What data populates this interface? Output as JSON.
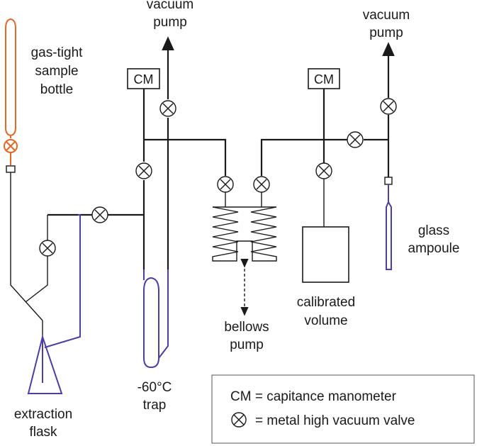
{
  "labels": {
    "vacuum_pump_left": [
      "vacuum",
      "pump"
    ],
    "vacuum_pump_right": [
      "vacuum",
      "pump"
    ],
    "sample_bottle": [
      "gas-tight",
      "sample",
      "bottle"
    ],
    "cm_left": "CM",
    "cm_right": "CM",
    "glass_ampoule": [
      "glass",
      "ampoule"
    ],
    "calibrated_volume": [
      "calibrated",
      "volume"
    ],
    "bellows_pump": [
      "bellows",
      "pump"
    ],
    "trap": [
      "-60°C",
      "trap"
    ],
    "extraction_flask": [
      "extraction",
      "flask"
    ]
  },
  "legend": {
    "cm_definition": "CM = capitance manometer",
    "valve_definition": "= metal high vacuum valve"
  },
  "colors": {
    "pipe": "#1a1a1a",
    "glassware": "#4b3fa0",
    "sample_bottle": "#e0692a"
  }
}
